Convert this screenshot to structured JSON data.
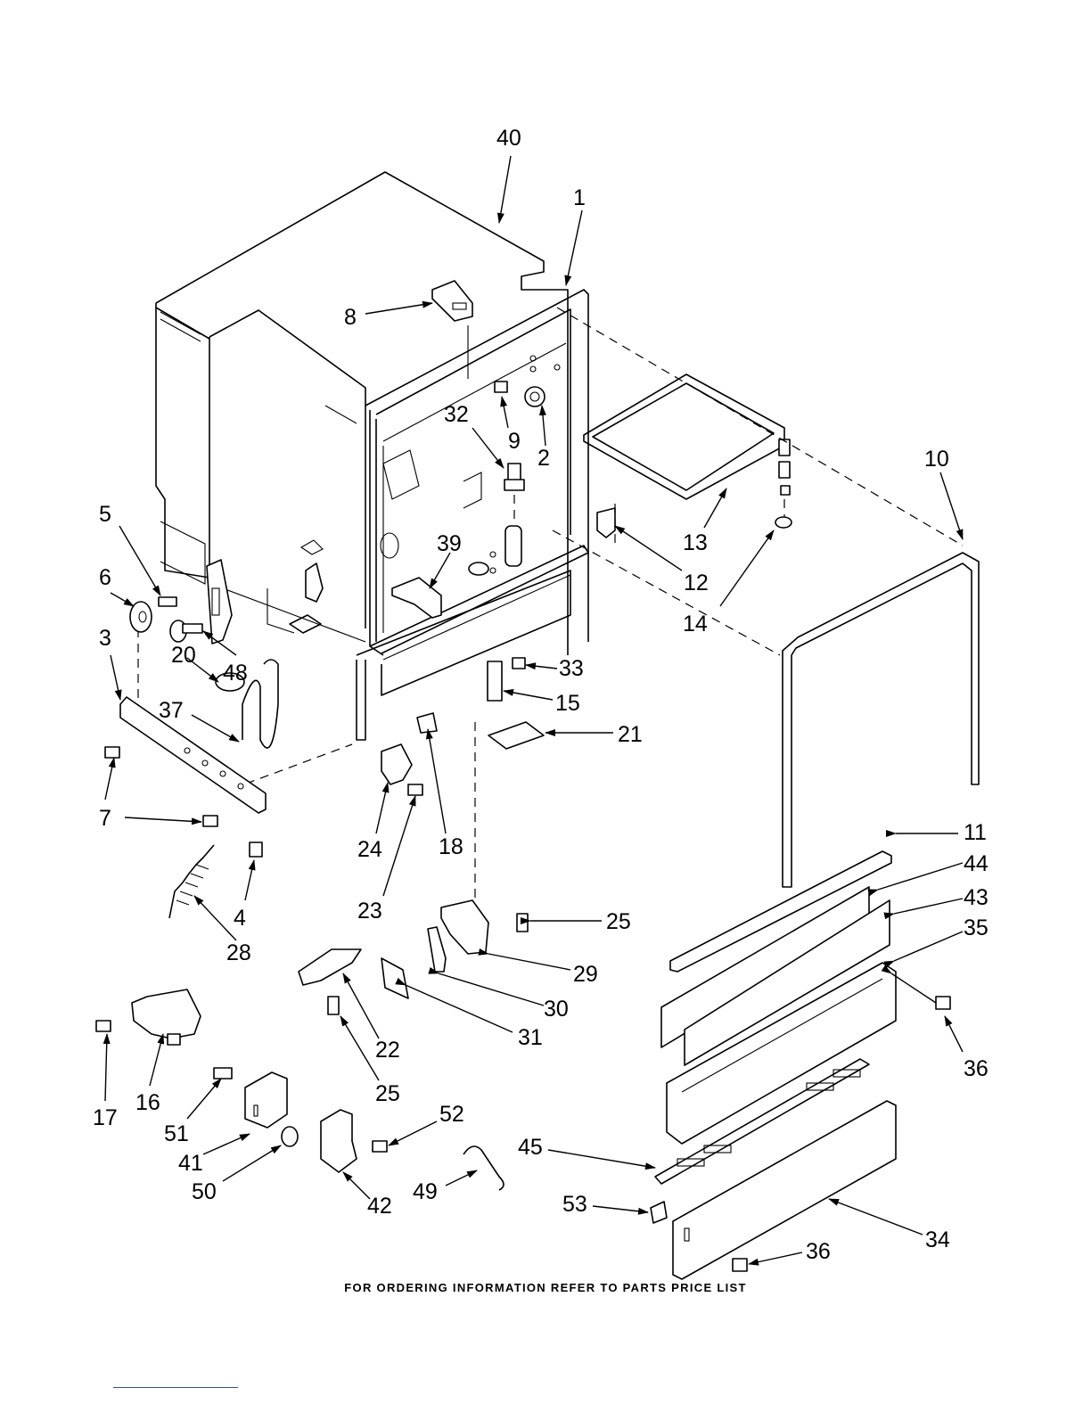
{
  "footer": {
    "text": "FOR ORDERING INFORMATION REFER TO PARTS PRICE LIST"
  },
  "callouts": [
    "40",
    "1",
    "8",
    "9",
    "2",
    "32",
    "10",
    "13",
    "14",
    "12",
    "39",
    "5",
    "6",
    "3",
    "20",
    "48",
    "37",
    "7",
    "33",
    "15",
    "21",
    "18",
    "24",
    "23",
    "11",
    "44",
    "43",
    "35",
    "36",
    "25",
    "29",
    "30",
    "31",
    "22",
    "4",
    "28",
    "17",
    "16",
    "51",
    "41",
    "50",
    "42",
    "52",
    "49",
    "45",
    "53",
    "34"
  ],
  "colors": {
    "line": "#000000",
    "background": "#ffffff",
    "rule": "#2a4fa8"
  }
}
